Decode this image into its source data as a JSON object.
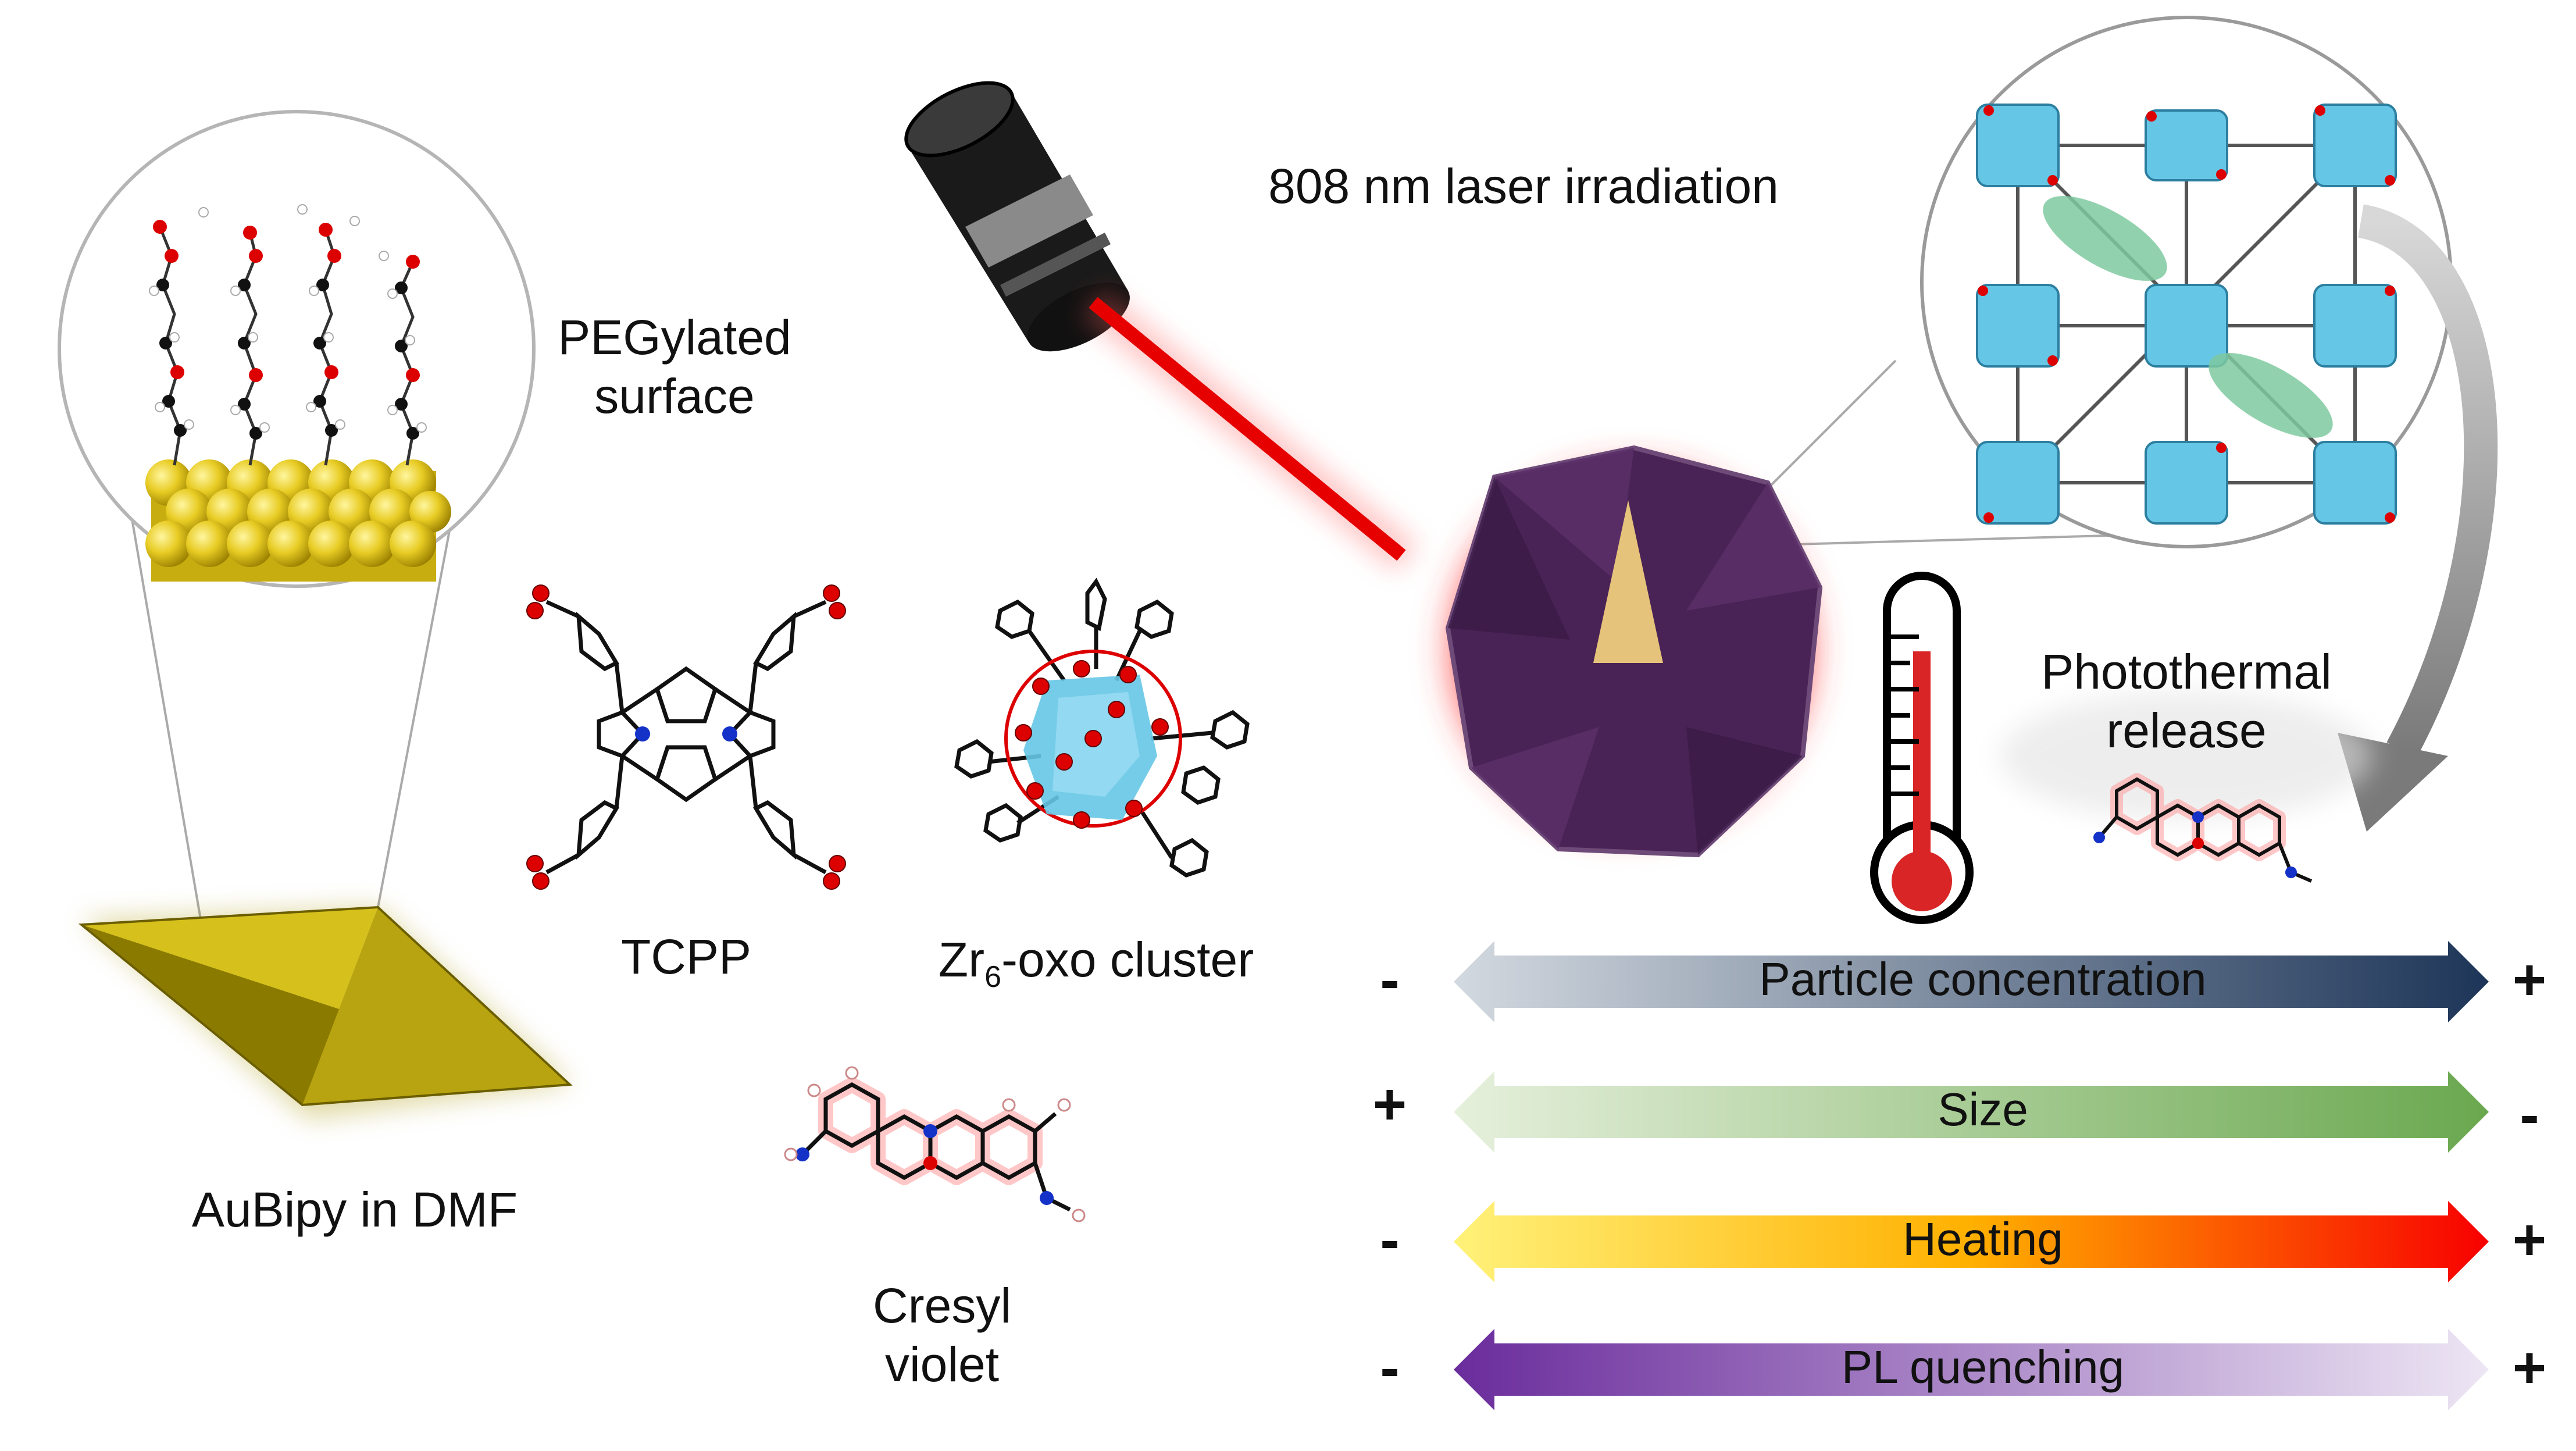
{
  "labels": {
    "laser": "808 nm laser irradiation",
    "pegylated_line1": "PEGylated",
    "pegylated_line2": "surface",
    "tcpp": "TCPP",
    "zr_prefix": "Zr",
    "zr_sub": "6",
    "zr_suffix": "-oxo cluster",
    "aubipy": "AuBipy in DMF",
    "cresyl_line1": "Cresyl",
    "cresyl_line2": "violet",
    "photothermal_line1": "Photothermal",
    "photothermal_line2": "release"
  },
  "scales": [
    {
      "label": "Particle concentration",
      "left_sign": "-",
      "right_sign": "+",
      "colors": [
        "#d3d9e0",
        "#1d3558"
      ]
    },
    {
      "label": "Size",
      "left_sign": "+",
      "right_sign": "-",
      "colors": [
        "#e6f0dc",
        "#6aa84f"
      ]
    },
    {
      "label": "Heating",
      "left_sign": "-",
      "right_sign": "+",
      "colors": [
        "#fff27a",
        "#f80000"
      ]
    },
    {
      "label": "PL quenching",
      "left_sign": "-",
      "right_sign": "+",
      "colors": [
        "#6a2c9c",
        "#ede6f4"
      ]
    }
  ],
  "colors": {
    "laser_beam": "#e60000",
    "gold": "#e8cc24",
    "mof_blue": "#66c6e6",
    "particle_purple": "#4a2356",
    "oxygen": "#dd0000",
    "nitrogen": "#1432c8"
  },
  "icons": [
    "laser-pointer-icon",
    "thermometer-icon",
    "curved-arrow-icon"
  ]
}
